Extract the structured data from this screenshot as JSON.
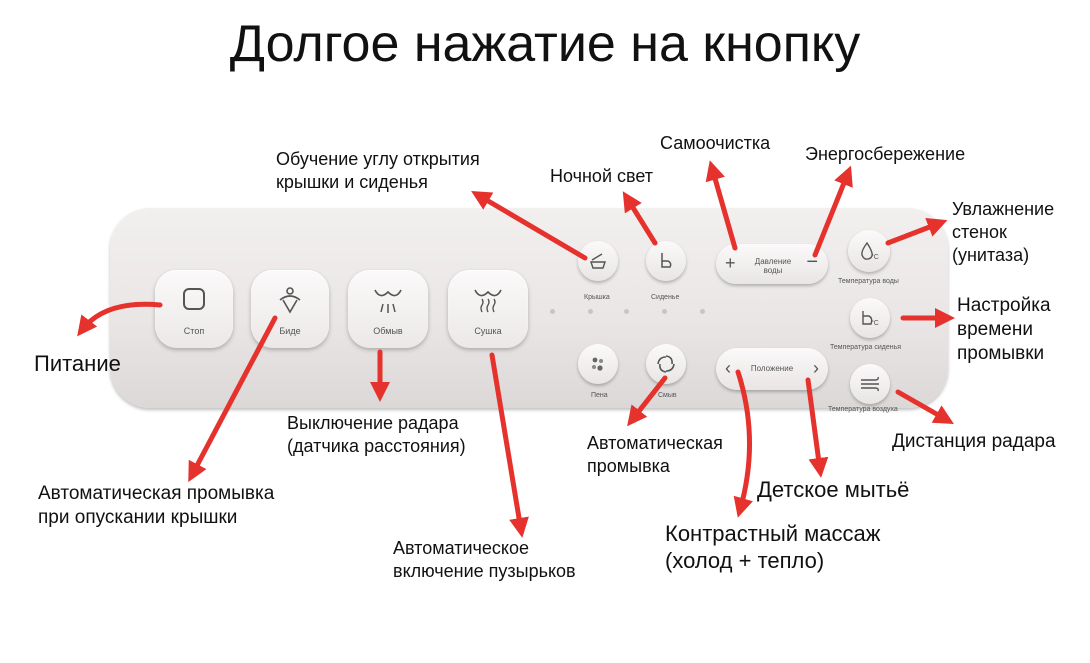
{
  "title": "Долгое нажатие на кнопку",
  "panel": {
    "buttons": {
      "stop": "Стоп",
      "bidet": "Биде",
      "wash": "Обмыв",
      "dry": "Сушка",
      "lid": "Крышка",
      "seat": "Сиденье",
      "foam": "Пена",
      "flush": "Смыв",
      "pressure": "Давление воды",
      "position": "Положение",
      "water_temp": "Температура воды",
      "seat_temp": "Температура сиденья",
      "air_temp": "Температура воздуха"
    }
  },
  "annotations": {
    "power": "Питание",
    "lid_angle": [
      "Обучение углу открытия",
      "крышки и сиденья"
    ],
    "night_light": "Ночной свет",
    "self_clean": "Самоочистка",
    "energy_save": "Энергосбережение",
    "humidify": [
      "Увлажнение",
      "стенок",
      "(унитаза)"
    ],
    "flush_time": [
      "Настройка",
      "времени",
      "промывки"
    ],
    "radar_off": [
      "Выключение радара",
      "(датчика расстояния)"
    ],
    "auto_flush_lid": [
      "Автоматическая промывка",
      "при опускании крышки"
    ],
    "auto_flush": [
      "Автоматическая",
      "промывка"
    ],
    "radar_distance": "Дистанция радара",
    "kids_wash": "Детское мытьё",
    "contrast_massage": [
      "Контрастный массаж",
      "(холод + тепло)"
    ],
    "bubbles": [
      "Автоматическое",
      "включение пузырьков"
    ]
  },
  "colors": {
    "arrow": "#e5322d",
    "panel": "#ece8e8",
    "text": "#111111"
  }
}
